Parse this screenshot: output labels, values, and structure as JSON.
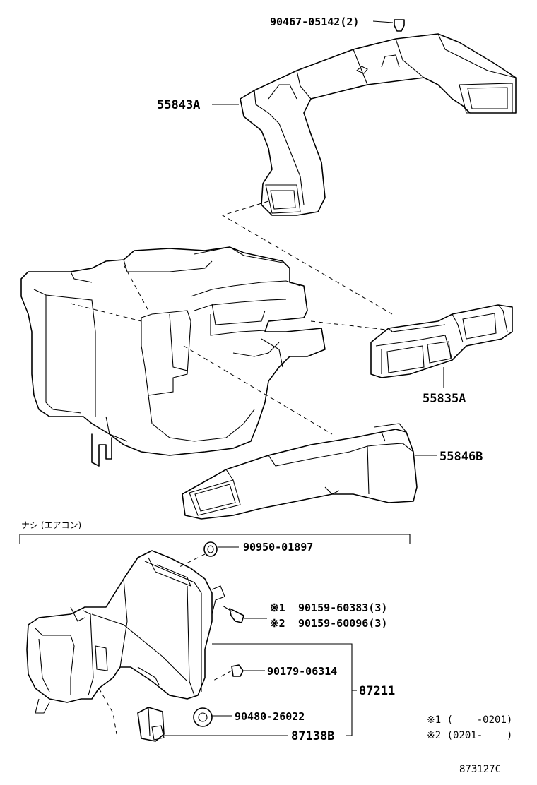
{
  "labels": {
    "p90467": "90467-05142(2)",
    "p55843a": "55843A",
    "p55835a": "55835A",
    "p55846b": "55846B",
    "section_note": "ナシ (エアコン)",
    "p90950": "90950-01897",
    "p90159_1_mark": "※1",
    "p90159_1": "90159-60383(3)",
    "p90159_2_mark": "※2",
    "p90159_2": "90159-60096(3)",
    "p90179": "90179-06314",
    "p87211": "87211",
    "p90480": "90480-26022",
    "p87138b": "87138B",
    "legend1": "※1 (    -0201)",
    "legend2": "※2 (0201-    )",
    "diagram_id": "873127C"
  }
}
